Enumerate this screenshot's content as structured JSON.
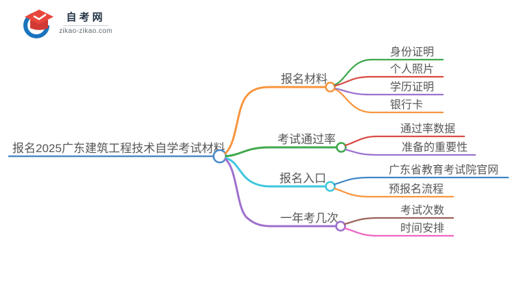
{
  "logo": {
    "title": "自考网",
    "domain": "zikao-zikao.com",
    "brand_blue": "#1b74bc",
    "brand_red": "#e8463b",
    "brand_red_dark": "#d13a34"
  },
  "mindmap": {
    "root": {
      "label": "报名2025广东建筑工程技术自学考试材料",
      "color": "#4a89c8"
    },
    "branches": [
      {
        "label": "报名材料",
        "color": "#f7953d",
        "children": [
          {
            "label": "身份证明",
            "color": "#3fa84c"
          },
          {
            "label": "个人照片",
            "color": "#d94a43"
          },
          {
            "label": "学历证明",
            "color": "#9b72ce"
          },
          {
            "label": "银行卡",
            "color": "#f7953d"
          }
        ]
      },
      {
        "label": "考试通过率",
        "color": "#3fa84c",
        "children": [
          {
            "label": "通过率数据",
            "color": "#d94a43"
          },
          {
            "label": "准备的重要性",
            "color": "#9b72ce"
          }
        ]
      },
      {
        "label": "报名入口",
        "color": "#3ec6dd",
        "children": [
          {
            "label": "广东省教育考试院官网",
            "color": "#3f87c5"
          },
          {
            "label": "预报名流程",
            "color": "#f7953d"
          }
        ]
      },
      {
        "label": "一年考几次",
        "color": "#9e6fcd",
        "children": [
          {
            "label": "考试次数",
            "color": "#9a6157"
          },
          {
            "label": "时间安排",
            "color": "#ef63c3"
          }
        ]
      }
    ]
  }
}
